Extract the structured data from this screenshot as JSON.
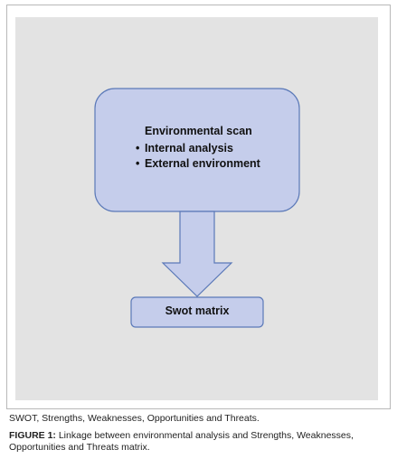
{
  "diagram": {
    "scan_box": {
      "title": "Environmental scan",
      "bullets": [
        "Internal analysis",
        "External environment"
      ],
      "bullet_symbol": "•"
    },
    "matrix_box": {
      "label": "Swot matrix"
    },
    "colors": {
      "box_fill": "#c5cdeb",
      "box_stroke": "#5b79b8",
      "panel_bg": "#e3e3e3"
    }
  },
  "footnote": "SWOT, Strengths, Weaknesses, Opportunities and Threats.",
  "caption": {
    "label": "FIGURE 1:",
    "text": " Linkage between environmental analysis and Strengths, Weaknesses, Opportunities and Threats matrix."
  }
}
